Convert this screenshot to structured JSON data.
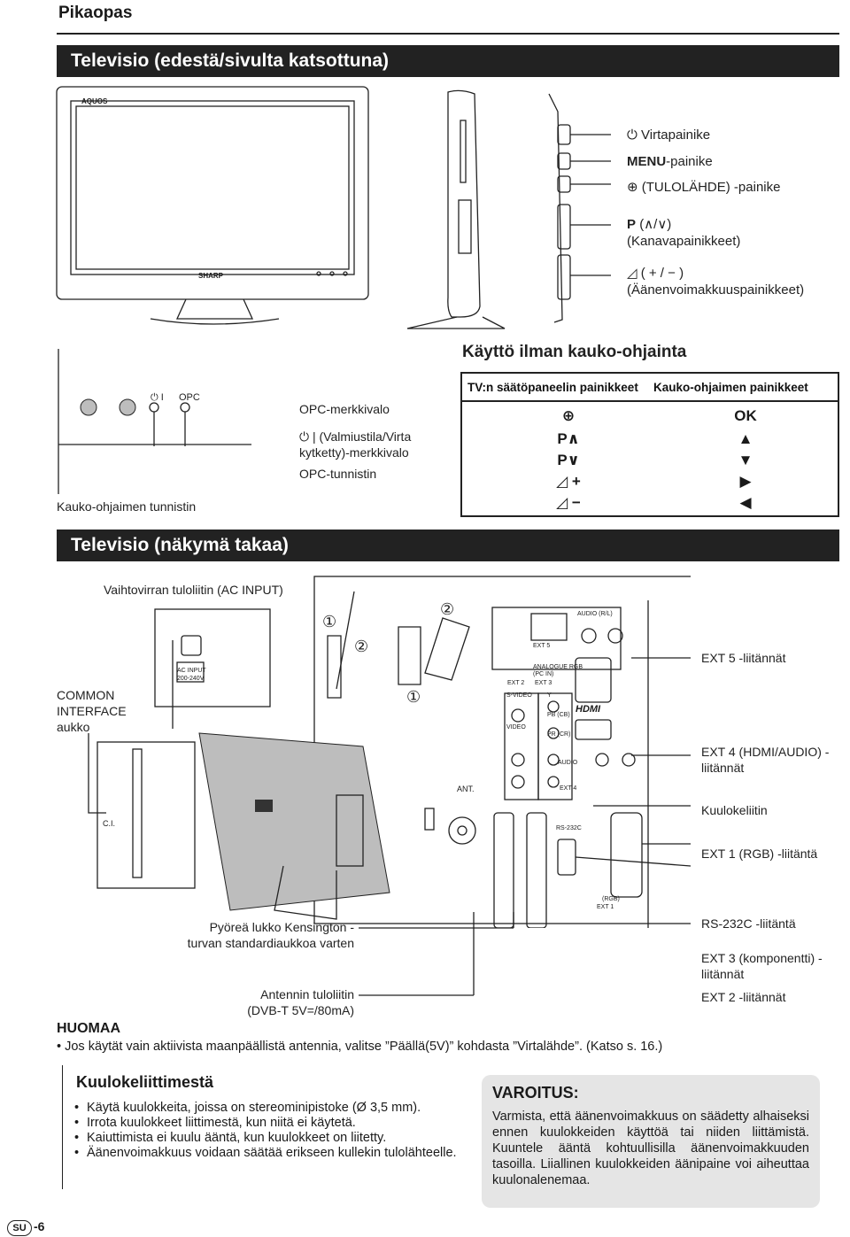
{
  "header": {
    "title": "Pikaopas"
  },
  "sections": {
    "front_side": "Televisio (edestä/sivulta katsottuna)",
    "back": "Televisio (näkymä takaa)"
  },
  "front": {
    "brand": "AQUOS",
    "logo": "SHARP",
    "side_buttons": [
      {
        "icon": "power-icon",
        "label": "Virtapainike"
      },
      {
        "bold": "MENU",
        "label": "-painike"
      },
      {
        "icon": "input-icon",
        "label": "(TULOLÄHDE) -painike"
      },
      {
        "bold": "P",
        "label": "(∧/∨)",
        "label2": "(Kanavapainikkeet)"
      },
      {
        "icon": "volume-icon",
        "label": "( + / − )",
        "label2": "(Äänenvoimakkuuspainikkeet)"
      }
    ],
    "panel_labels": {
      "power_mark": "⏻ I",
      "opc_mark": "OPC",
      "opc_indicator": "OPC-merkkivalo",
      "standby_1": "(Valmiustila/Virta",
      "standby_2": "kytketty)-merkkivalo",
      "opc_sensor": "OPC-tunnistin",
      "remote_sensor": "Kauko-ohjaimen tunnistin"
    }
  },
  "control_table": {
    "title": "Käyttö ilman kauko-ohjainta",
    "col_tv": "TV:n säätöpaneelin painikkeet",
    "col_remote": "Kauko-ohjaimen painikkeet",
    "rows": [
      {
        "tv": "⊕",
        "remote": "OK"
      },
      {
        "tv": "P∧",
        "remote": "▲"
      },
      {
        "tv": "P∨",
        "remote": "▼"
      },
      {
        "tv": "◿ +",
        "remote": "▶"
      },
      {
        "tv": "◿ −",
        "remote": "◀"
      }
    ]
  },
  "rear": {
    "ac_input": "Vaihtovirran tuloliitin (AC INPUT)",
    "common_interface_1": "COMMON",
    "common_interface_2": "INTERFACE",
    "common_interface_3": "aukko",
    "ci_mark": "C.I.",
    "step1": "①",
    "step2": "②",
    "ac_plate_1": "AC INPUT",
    "ac_plate_2": "200-240V",
    "ant": "ANT.",
    "audio_rl": "AUDIO (R/L)",
    "ext5": "EXT 5",
    "analogue_rgb_1": "ANALOGUE RGB",
    "analogue_rgb_2": "(PC IN)",
    "ext2": "EXT 2",
    "ext3": "EXT 3",
    "ext4": "EXT 4",
    "svideo": "S-VIDEO",
    "video": "VIDEO",
    "audio": "AUDIO",
    "hdmi": "HDMI",
    "rs232c": "RS-232C",
    "rgb": "(RGB)",
    "ext1": "EXT 1",
    "y": "Y",
    "pb": "PB (CB)",
    "pr": "PR (CR)",
    "l": "L",
    "r": "R",
    "labels": {
      "ext5": "EXT 5 -liitännät",
      "ext4_1": "EXT 4 (HDMI/AUDIO) -",
      "ext4_2": "liitännät",
      "headphone": "Kuulokeliitin",
      "ext1": "EXT 1 (RGB) -liitäntä",
      "rs232c": "RS-232C -liitäntä",
      "ext3_1": "EXT 3 (komponentti) -",
      "ext3_2": "liitännät",
      "ext2": "EXT 2 -liitännät",
      "kensington_1": "Pyöreä lukko Kensington -",
      "kensington_2": "turvan standardiaukkoa varten",
      "antenna_1": "Antennin tuloliitin",
      "antenna_2": "(DVB-T 5V=/80mA)"
    }
  },
  "note": {
    "title": "HUOMAA",
    "text": "Jos käytät vain aktiivista maanpäällistä antennia, valitse ”Päällä(5V)” kohdasta ”Virtalähde”. (Katso s. 16.)"
  },
  "headphones": {
    "title": "Kuulokeliittimestä",
    "items": [
      "Käytä kuulokkeita, joissa on stereominipistoke (Ø 3,5 mm).",
      "Irrota kuulokkeet liittimestä, kun niitä ei käytetä.",
      "Kaiuttimista ei kuulu ääntä, kun kuulokkeet on liitetty.",
      "Äänenvoimakkuus voidaan säätää erikseen kullekin tulolähteelle."
    ]
  },
  "warning": {
    "title": "VAROITUS:",
    "text": "Varmista, että äänenvoimakkuus on säädetty alhaiseksi ennen kuulokkeiden käyttöä tai niiden liittämistä. Kuuntele ääntä kohtuullisilla äänenvoimakkuuden tasoilla. Liiallinen kuulokkeiden äänipaine voi aiheuttaa kuulonalenemaa."
  },
  "footer": {
    "lang": "SU",
    "page": "-6"
  }
}
